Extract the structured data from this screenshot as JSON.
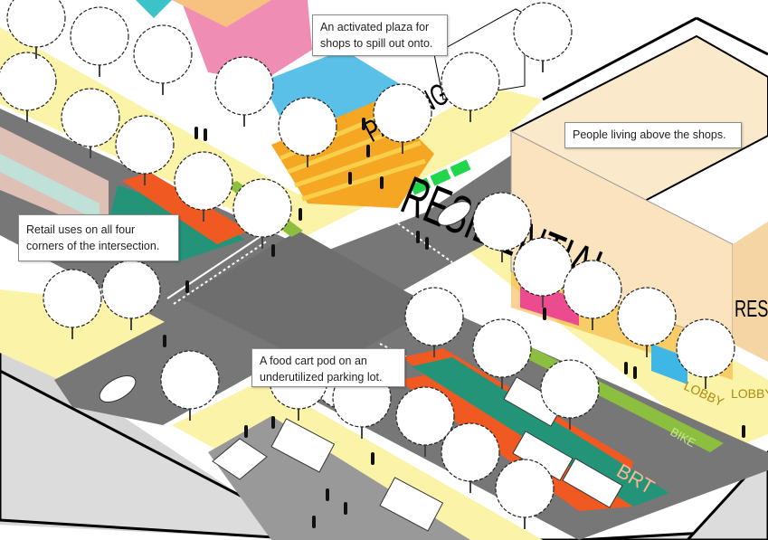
{
  "callouts": {
    "plaza": "An activated plaza for shops to spill out onto.",
    "residential": "People living above the shops.",
    "retail": "Retail uses on all four corners of the intersection.",
    "food_cart": "A food cart pod on an underutilized parking lot."
  },
  "building_signs": {
    "parking": "PARKING",
    "residential": "RESIDENTIAL",
    "residential_side": "RESI",
    "lobby": "LOBBY",
    "lobby_side": "LOBBY"
  },
  "lane_markings": {
    "bike": "BIKE",
    "brt": "BRT"
  },
  "colors": {
    "road": "#777777",
    "sidewalk": "#fbf3a8",
    "brt_lane": "#239478",
    "brt_edge": "#f05a22",
    "bike_lane": "#8cbf3f",
    "building": "#fbe3bd",
    "plaza_orange": "#f5a623",
    "shop_pink": "#f08db5",
    "shop_blue": "#5bc0e8",
    "parking_stall": "#21d64a"
  }
}
